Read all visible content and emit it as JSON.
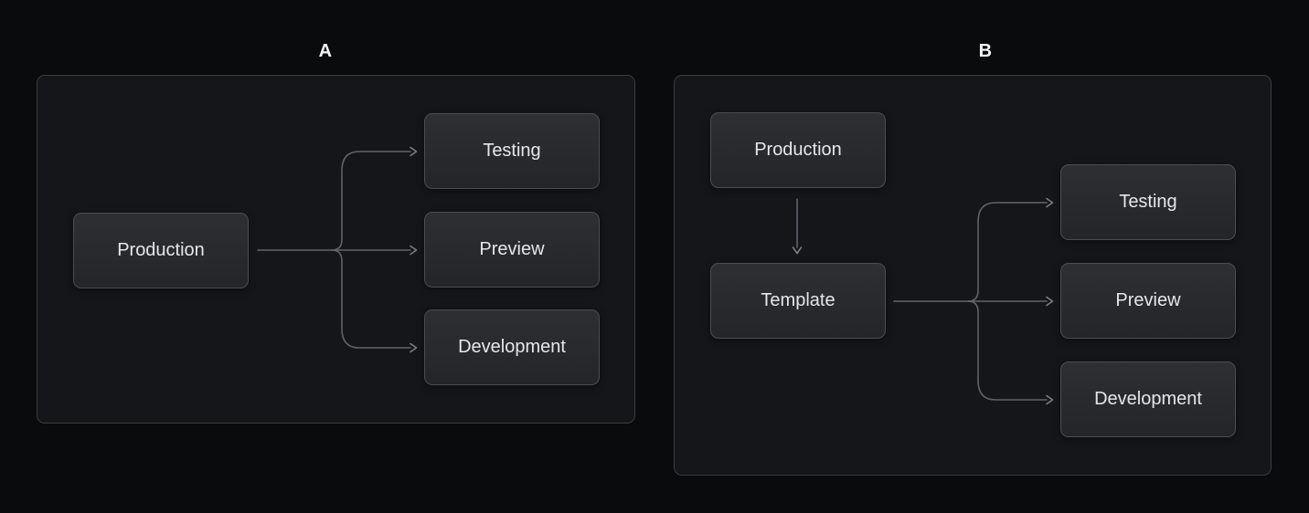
{
  "panels": [
    {
      "label": "A",
      "nodes": {
        "production": {
          "label": "Production"
        },
        "testing": {
          "label": "Testing"
        },
        "preview": {
          "label": "Preview"
        },
        "development": {
          "label": "Development"
        }
      },
      "edges": [
        {
          "from": "Production",
          "to": "Testing"
        },
        {
          "from": "Production",
          "to": "Preview"
        },
        {
          "from": "Production",
          "to": "Development"
        }
      ]
    },
    {
      "label": "B",
      "nodes": {
        "production": {
          "label": "Production"
        },
        "template": {
          "label": "Template"
        },
        "testing": {
          "label": "Testing"
        },
        "preview": {
          "label": "Preview"
        },
        "development": {
          "label": "Development"
        }
      },
      "edges": [
        {
          "from": "Production",
          "to": "Template"
        },
        {
          "from": "Template",
          "to": "Testing"
        },
        {
          "from": "Template",
          "to": "Preview"
        },
        {
          "from": "Template",
          "to": "Development"
        }
      ]
    }
  ],
  "colors": {
    "background": "#0a0b0d",
    "panel_fill": "#15161a",
    "panel_border": "#3a3c41",
    "node_fill_top": "#2d2f33",
    "node_fill_bottom": "#232529",
    "node_border": "#4a4d52",
    "edge_line": "#60636a",
    "arrowhead": "#7b7e83",
    "node_text": "#e6e7e9",
    "panel_label_text": "#f3f4f5"
  }
}
